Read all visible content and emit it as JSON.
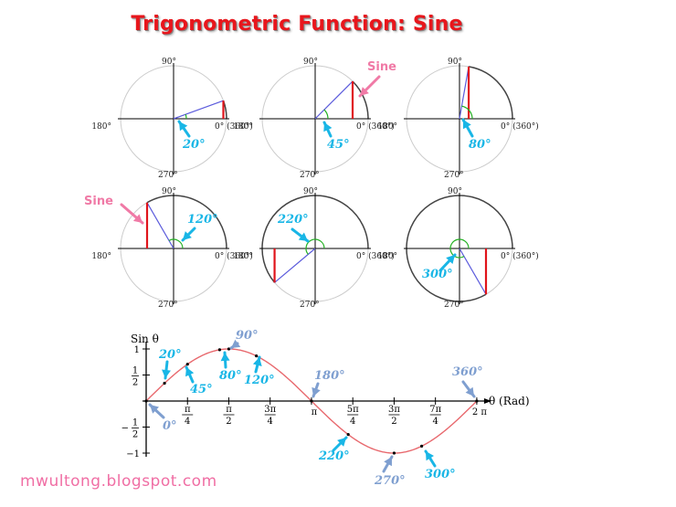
{
  "title": "Trigonometric Function: Sine",
  "footer": "mwultong.blogspot.com",
  "colors": {
    "title": "#e8161c",
    "circle_highlight": "#444444",
    "circle_faint": "#cccccc",
    "radius": "#5b5bdc",
    "sine_segment": "#e0141b",
    "angle_arc": "#22b022",
    "angle_label": "#19b6e6",
    "sine_label": "#f07aa6",
    "curve": "#e8696e",
    "gray_label": "#7f9fd0"
  },
  "circle_labels": {
    "deg90": "90°",
    "deg180": "180°",
    "deg270": "270°",
    "deg0": "0° (360°)"
  },
  "sine_label": "Sine",
  "circles": [
    {
      "angle": 20,
      "label": "20°"
    },
    {
      "angle": 45,
      "label": "45°"
    },
    {
      "angle": 80,
      "label": "80°"
    },
    {
      "angle": 120,
      "label": "120°"
    },
    {
      "angle": 220,
      "label": "220°"
    },
    {
      "angle": 300,
      "label": "300°"
    }
  ],
  "chart_data": {
    "type": "line",
    "function": "sin",
    "ylabel": "Sin θ",
    "xlabel": "θ (Rad)",
    "xlim": [
      0,
      6.2832
    ],
    "ylim": [
      -1,
      1
    ],
    "x_ticks": [
      {
        "value": 0.7854,
        "num": "π",
        "den": "4"
      },
      {
        "value": 1.5708,
        "num": "π",
        "den": "2"
      },
      {
        "value": 2.3562,
        "num": "3π",
        "den": "4"
      },
      {
        "value": 3.1416,
        "text": "π"
      },
      {
        "value": 3.927,
        "num": "5π",
        "den": "4"
      },
      {
        "value": 4.7124,
        "num": "3π",
        "den": "2"
      },
      {
        "value": 5.4978,
        "num": "7π",
        "den": "4"
      },
      {
        "value": 6.2832,
        "text": "2 π"
      }
    ],
    "y_ticks": [
      {
        "value": 1,
        "text": "1"
      },
      {
        "value": 0.5,
        "num": "1",
        "den": "2"
      },
      {
        "value": -0.5,
        "prefix": "−",
        "num": "1",
        "den": "2"
      },
      {
        "value": -1,
        "text": "−1"
      }
    ],
    "points": [
      {
        "deg": 0,
        "label": "0°",
        "style": "gray"
      },
      {
        "deg": 20,
        "label": "20°",
        "style": "blue"
      },
      {
        "deg": 45,
        "label": "45°",
        "style": "blue"
      },
      {
        "deg": 80,
        "label": "80°",
        "style": "blue"
      },
      {
        "deg": 90,
        "label": "90°",
        "style": "gray"
      },
      {
        "deg": 120,
        "label": "120°",
        "style": "blue"
      },
      {
        "deg": 180,
        "label": "180°",
        "style": "gray"
      },
      {
        "deg": 220,
        "label": "220°",
        "style": "blue"
      },
      {
        "deg": 270,
        "label": "270°",
        "style": "gray"
      },
      {
        "deg": 300,
        "label": "300°",
        "style": "blue"
      },
      {
        "deg": 360,
        "label": "360°",
        "style": "gray"
      }
    ]
  }
}
